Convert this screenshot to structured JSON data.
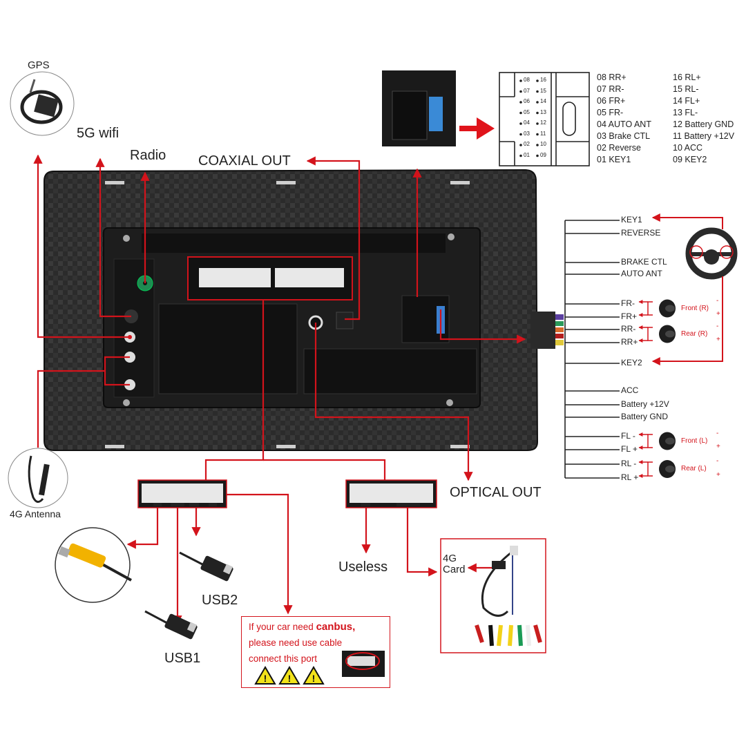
{
  "labels": {
    "gps": "GPS",
    "wifi": "5G wifi",
    "radio": "Radio",
    "coaxial_out": "COAXIAL OUT",
    "optical_out": "OPTICAL OUT",
    "antenna_4g": "4G Antenna",
    "usb1": "USB1",
    "usb2": "USB2",
    "useless": "Useless",
    "card_4g_line1": "4G",
    "card_4g_line2": "Card"
  },
  "pinout": {
    "left_column": [
      "08 RR+",
      "07 RR-",
      "06 FR+",
      "05 FR-",
      "04 AUTO ANT",
      "03 Brake CTL",
      "02 Reverse",
      "01 KEY1"
    ],
    "right_column": [
      "16 RL+",
      "15 RL-",
      "14 FL+",
      "13 FL-",
      "12 Battery GND",
      "11 Battery +12V",
      "10 ACC",
      "09 KEY2"
    ],
    "connector_pins_left": [
      "08",
      "07",
      "06",
      "05",
      "04",
      "03",
      "02",
      "01"
    ],
    "connector_pins_right": [
      "16",
      "15",
      "14",
      "13",
      "12",
      "11",
      "10",
      "09"
    ]
  },
  "harness": {
    "wires": [
      "KEY1",
      "REVERSE",
      "BRAKE CTL",
      "AUTO ANT",
      "FR-",
      "FR+",
      "RR-",
      "RR+",
      "KEY2",
      "ACC",
      "Battery +12V",
      "Battery GND",
      "FL -",
      "FL +",
      "RL -",
      "RL +"
    ],
    "speakers": [
      {
        "label": "Front (R)",
        "minus": "-",
        "plus": "+"
      },
      {
        "label": "Rear (R)",
        "minus": "-",
        "plus": "+"
      },
      {
        "label": "Front (L)",
        "minus": "-",
        "plus": "+"
      },
      {
        "label": "Rear (L)",
        "minus": "-",
        "plus": "+"
      }
    ]
  },
  "canbus_note": {
    "line1_prefix": "If your car need ",
    "line1_bold": "canbus,",
    "line2": "please need use cable",
    "line3": "connect this port"
  },
  "colors": {
    "arrow_red": "#d3131b",
    "device_body": "#2a2a2a",
    "connector_white": "#e8e8e8"
  }
}
